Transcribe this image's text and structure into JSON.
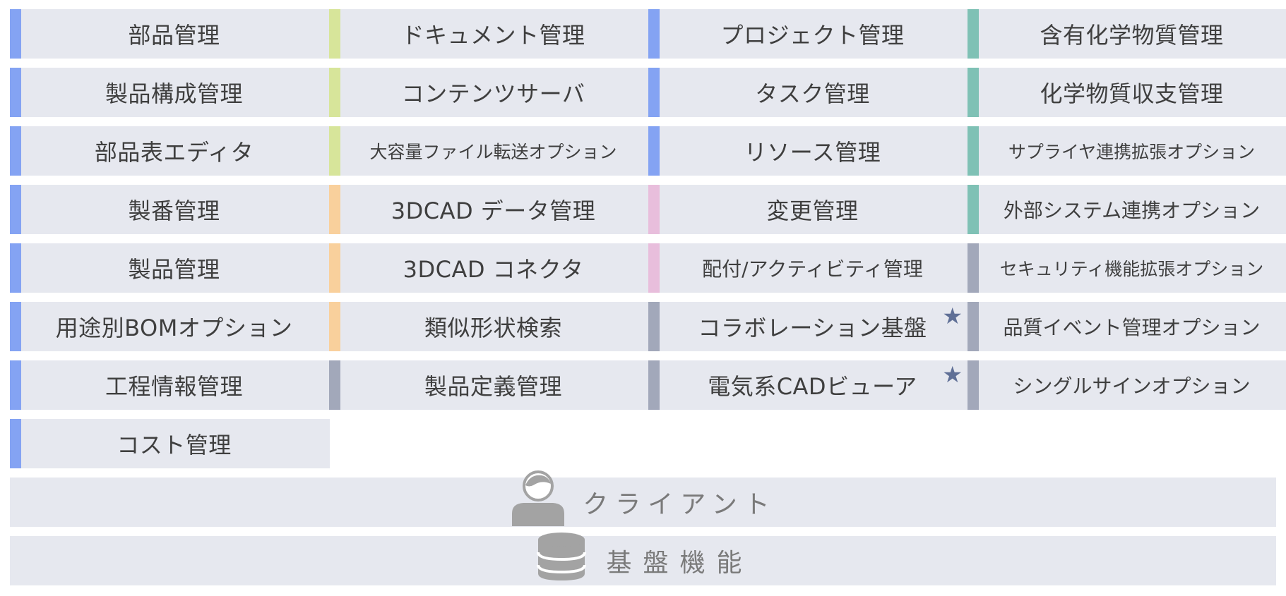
{
  "colors": {
    "tile_bg": "#e6e8ef",
    "text": "#3f3f3f",
    "band_text": "#7a7a7a",
    "icon_gray": "#a3a3a3",
    "star": "#5f6f96",
    "accent_blue": "#84a3f3",
    "accent_lime": "#d7e59a",
    "accent_orange": "#f9d09c",
    "accent_pink": "#e8bedc",
    "accent_teal": "#7fc1b5",
    "accent_gray": "#a2a8ba"
  },
  "columns": [
    {
      "modules": [
        {
          "label": "部品管理",
          "accent": "accent_blue"
        },
        {
          "label": "製品構成管理",
          "accent": "accent_blue"
        },
        {
          "label": "部品表エディタ",
          "accent": "accent_blue"
        },
        {
          "label": "製番管理",
          "accent": "accent_blue"
        },
        {
          "label": "製品管理",
          "accent": "accent_blue"
        },
        {
          "label": "用途別BOMオプション",
          "accent": "accent_blue"
        },
        {
          "label": "工程情報管理",
          "accent": "accent_blue"
        },
        {
          "label": "コスト管理",
          "accent": "accent_blue"
        }
      ]
    },
    {
      "modules": [
        {
          "label": "ドキュメント管理",
          "accent": "accent_lime"
        },
        {
          "label": "コンテンツサーバ",
          "accent": "accent_lime"
        },
        {
          "label": "大容量ファイル転送オプション",
          "accent": "accent_lime"
        },
        {
          "label": "3DCAD データ管理",
          "accent": "accent_orange"
        },
        {
          "label": "3DCAD コネクタ",
          "accent": "accent_orange"
        },
        {
          "label": "類似形状検索",
          "accent": "accent_orange"
        },
        {
          "label": "製品定義管理",
          "accent": "accent_gray"
        }
      ]
    },
    {
      "modules": [
        {
          "label": "プロジェクト管理",
          "accent": "accent_blue"
        },
        {
          "label": "タスク管理",
          "accent": "accent_blue"
        },
        {
          "label": "リソース管理",
          "accent": "accent_blue"
        },
        {
          "label": "変更管理",
          "accent": "accent_pink"
        },
        {
          "label": "配付/アクティビティ管理",
          "accent": "accent_pink"
        },
        {
          "label": "コラボレーション基盤",
          "accent": "accent_gray",
          "star": true
        },
        {
          "label": "電気系CADビューア",
          "accent": "accent_gray",
          "star": true
        }
      ]
    },
    {
      "modules": [
        {
          "label": "含有化学物質管理",
          "accent": "accent_teal"
        },
        {
          "label": "化学物質収支管理",
          "accent": "accent_teal"
        },
        {
          "label": "サプライヤ連携拡張オプション",
          "accent": "accent_teal"
        },
        {
          "label": "外部システム連携オプション",
          "accent": "accent_teal"
        },
        {
          "label": "セキュリティ機能拡張オプション",
          "accent": "accent_gray"
        },
        {
          "label": "品質イベント管理オプション",
          "accent": "accent_gray"
        },
        {
          "label": "シングルサインオプション",
          "accent": "accent_gray"
        }
      ]
    }
  ],
  "star_glyph": "★",
  "bands": {
    "client": {
      "label": "クライアント",
      "icon": "user-icon"
    },
    "base": {
      "label": "基盤機能",
      "icon": "database-icon"
    }
  }
}
